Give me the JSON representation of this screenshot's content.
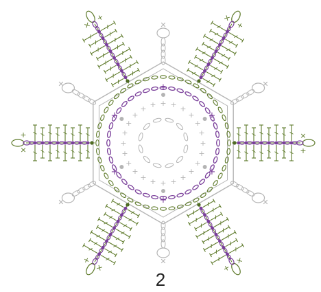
{
  "diagram": {
    "page_number": "2",
    "colors": {
      "green": "#5e7a2a",
      "purple": "#7a3f9a",
      "gray": "#b4b4b4",
      "dark_green": "#46631e"
    },
    "arms": 6,
    "arm_angles_deg": [
      180,
      120,
      60,
      0,
      -60,
      -120
    ]
  }
}
